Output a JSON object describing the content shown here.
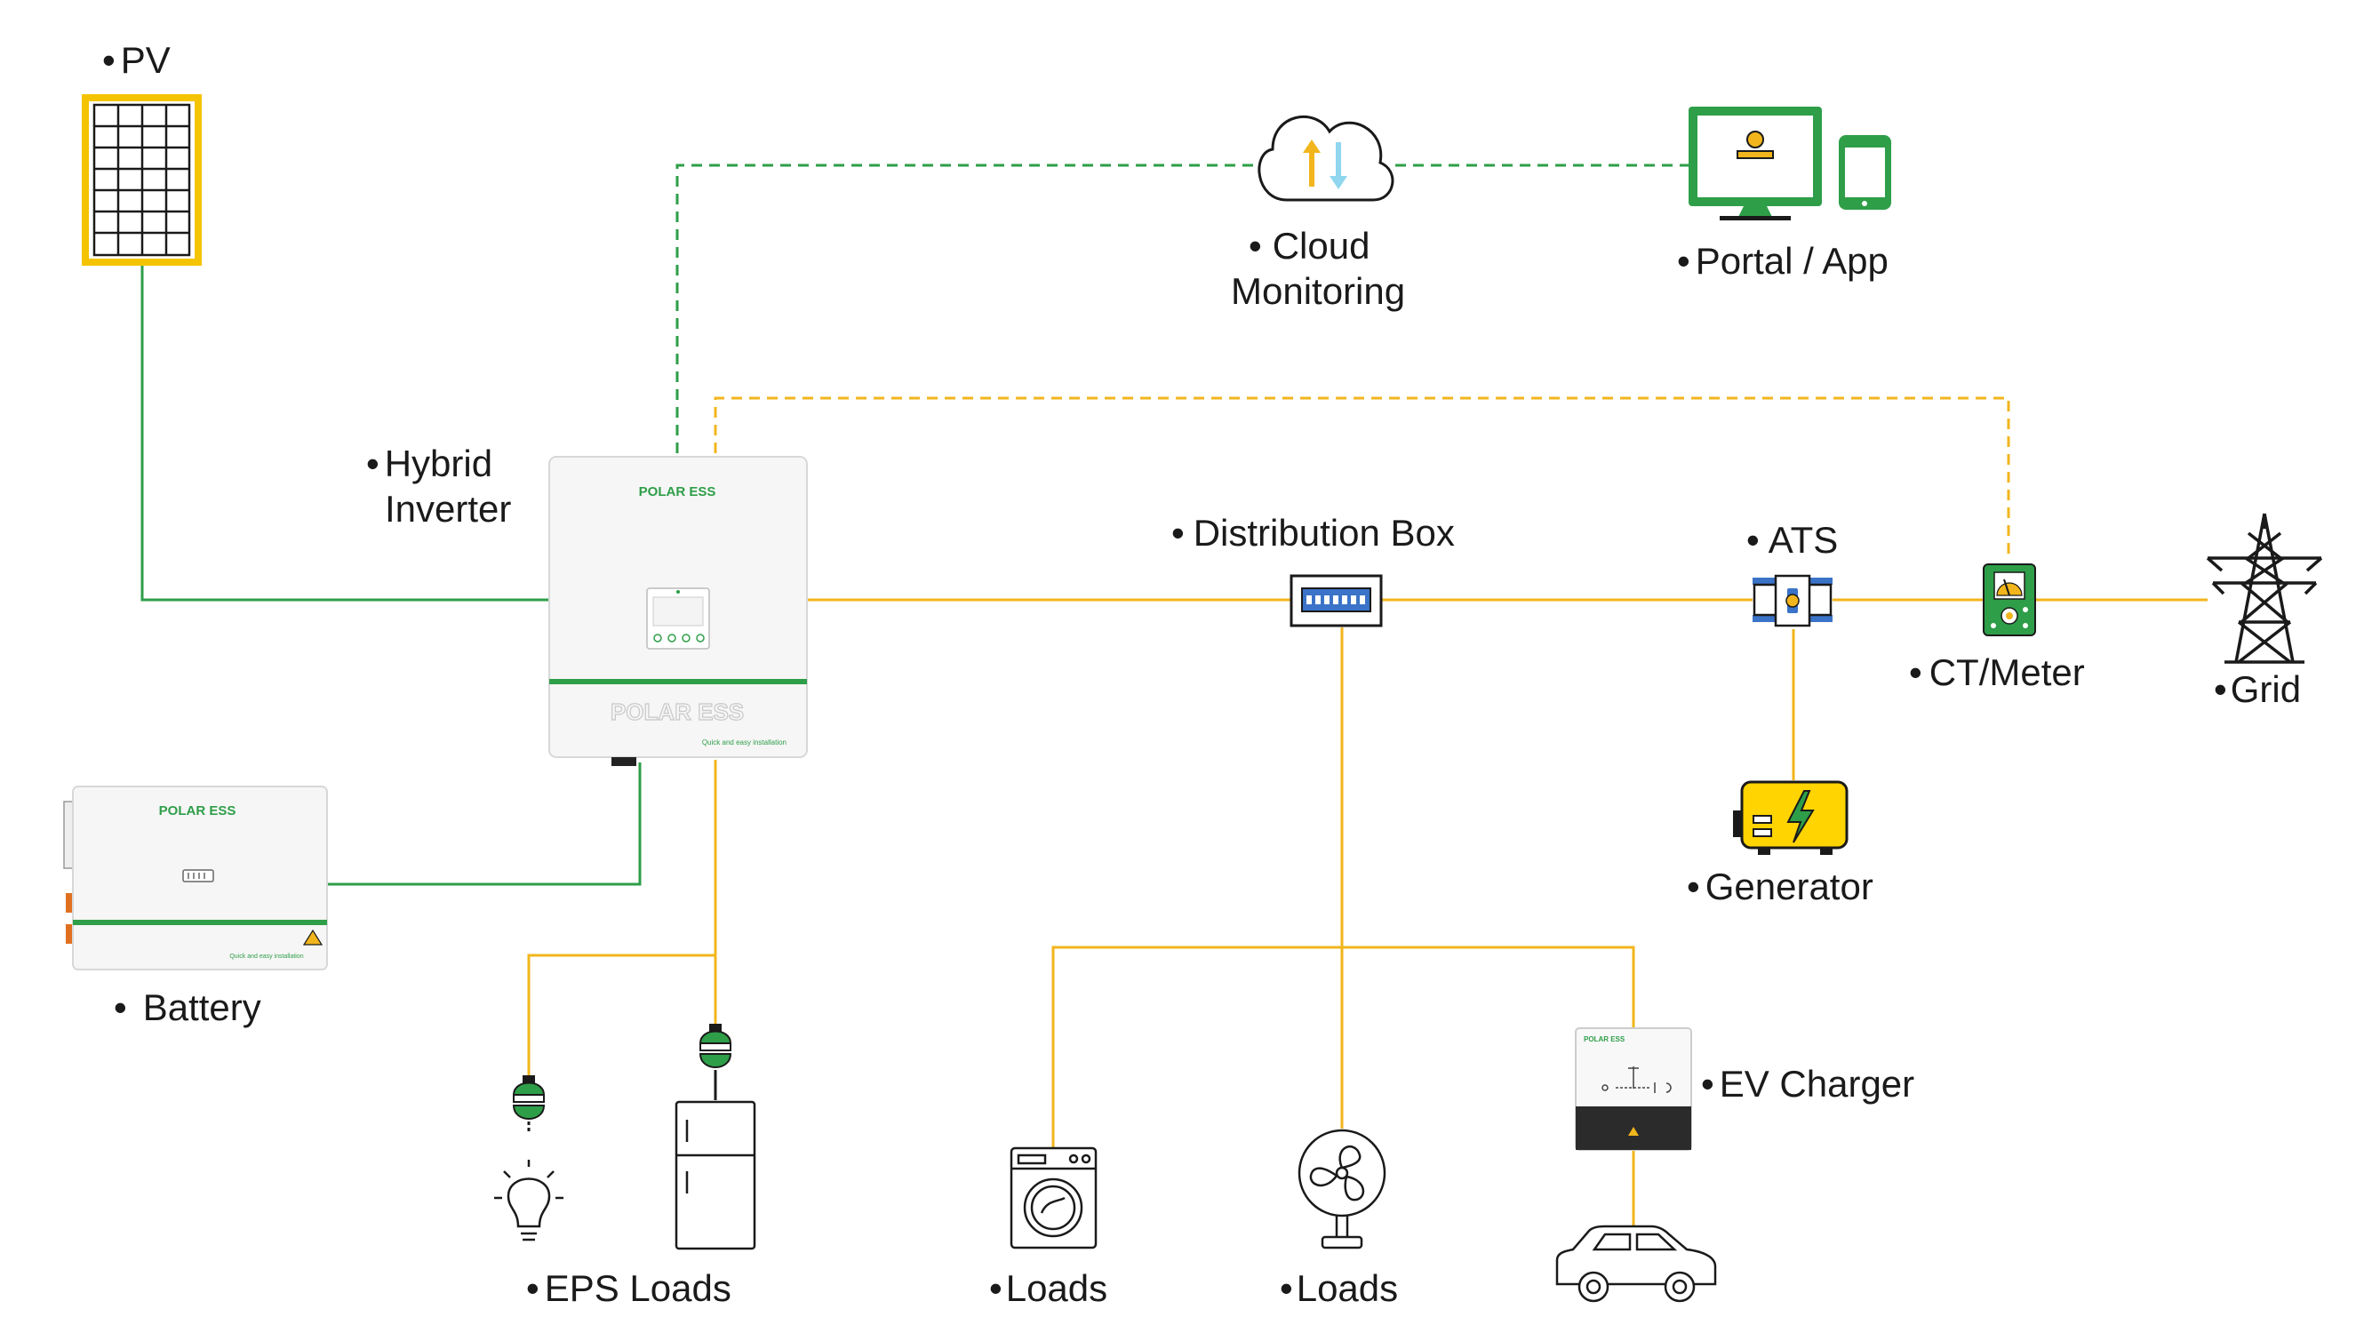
{
  "labels": {
    "pv": "PV",
    "hybrid_inverter": [
      "Hybrid",
      "Inverter"
    ],
    "battery": "Battery",
    "cloud_monitoring": [
      "Cloud",
      "Monitoring"
    ],
    "portal_app": "Portal / App",
    "distribution_box": "Distribution Box",
    "ats": "ATS",
    "ct_meter": "CT/Meter",
    "grid": "Grid",
    "generator": "Generator",
    "eps_loads": "EPS Loads",
    "loads_washer": "Loads",
    "loads_fan": "Loads",
    "ev_charger": "EV Charger"
  },
  "bullet": "•",
  "branding": {
    "logo_text": "POLAR ESS",
    "tagline": "Quick and easy installation"
  },
  "colors": {
    "ac_line": "#f2b51c",
    "dc_line": "#2e9e48",
    "comm_line": "#2e9e48",
    "ct_signal_line": "#f2b51c",
    "brand_green": "#2e9e48",
    "generator_yellow": "#ffd400",
    "pv_frame": "#f5c400"
  },
  "icons": [
    "solar-panel-icon",
    "cloud-icon",
    "monitor-icon",
    "phone-icon",
    "inverter-icon",
    "battery-icon",
    "distribution-box-icon",
    "ats-icon",
    "meter-icon",
    "pylon-icon",
    "generator-icon",
    "plug-icon",
    "bulb-icon",
    "fridge-icon",
    "washer-icon",
    "fan-icon",
    "ev-charger-icon",
    "car-icon"
  ]
}
